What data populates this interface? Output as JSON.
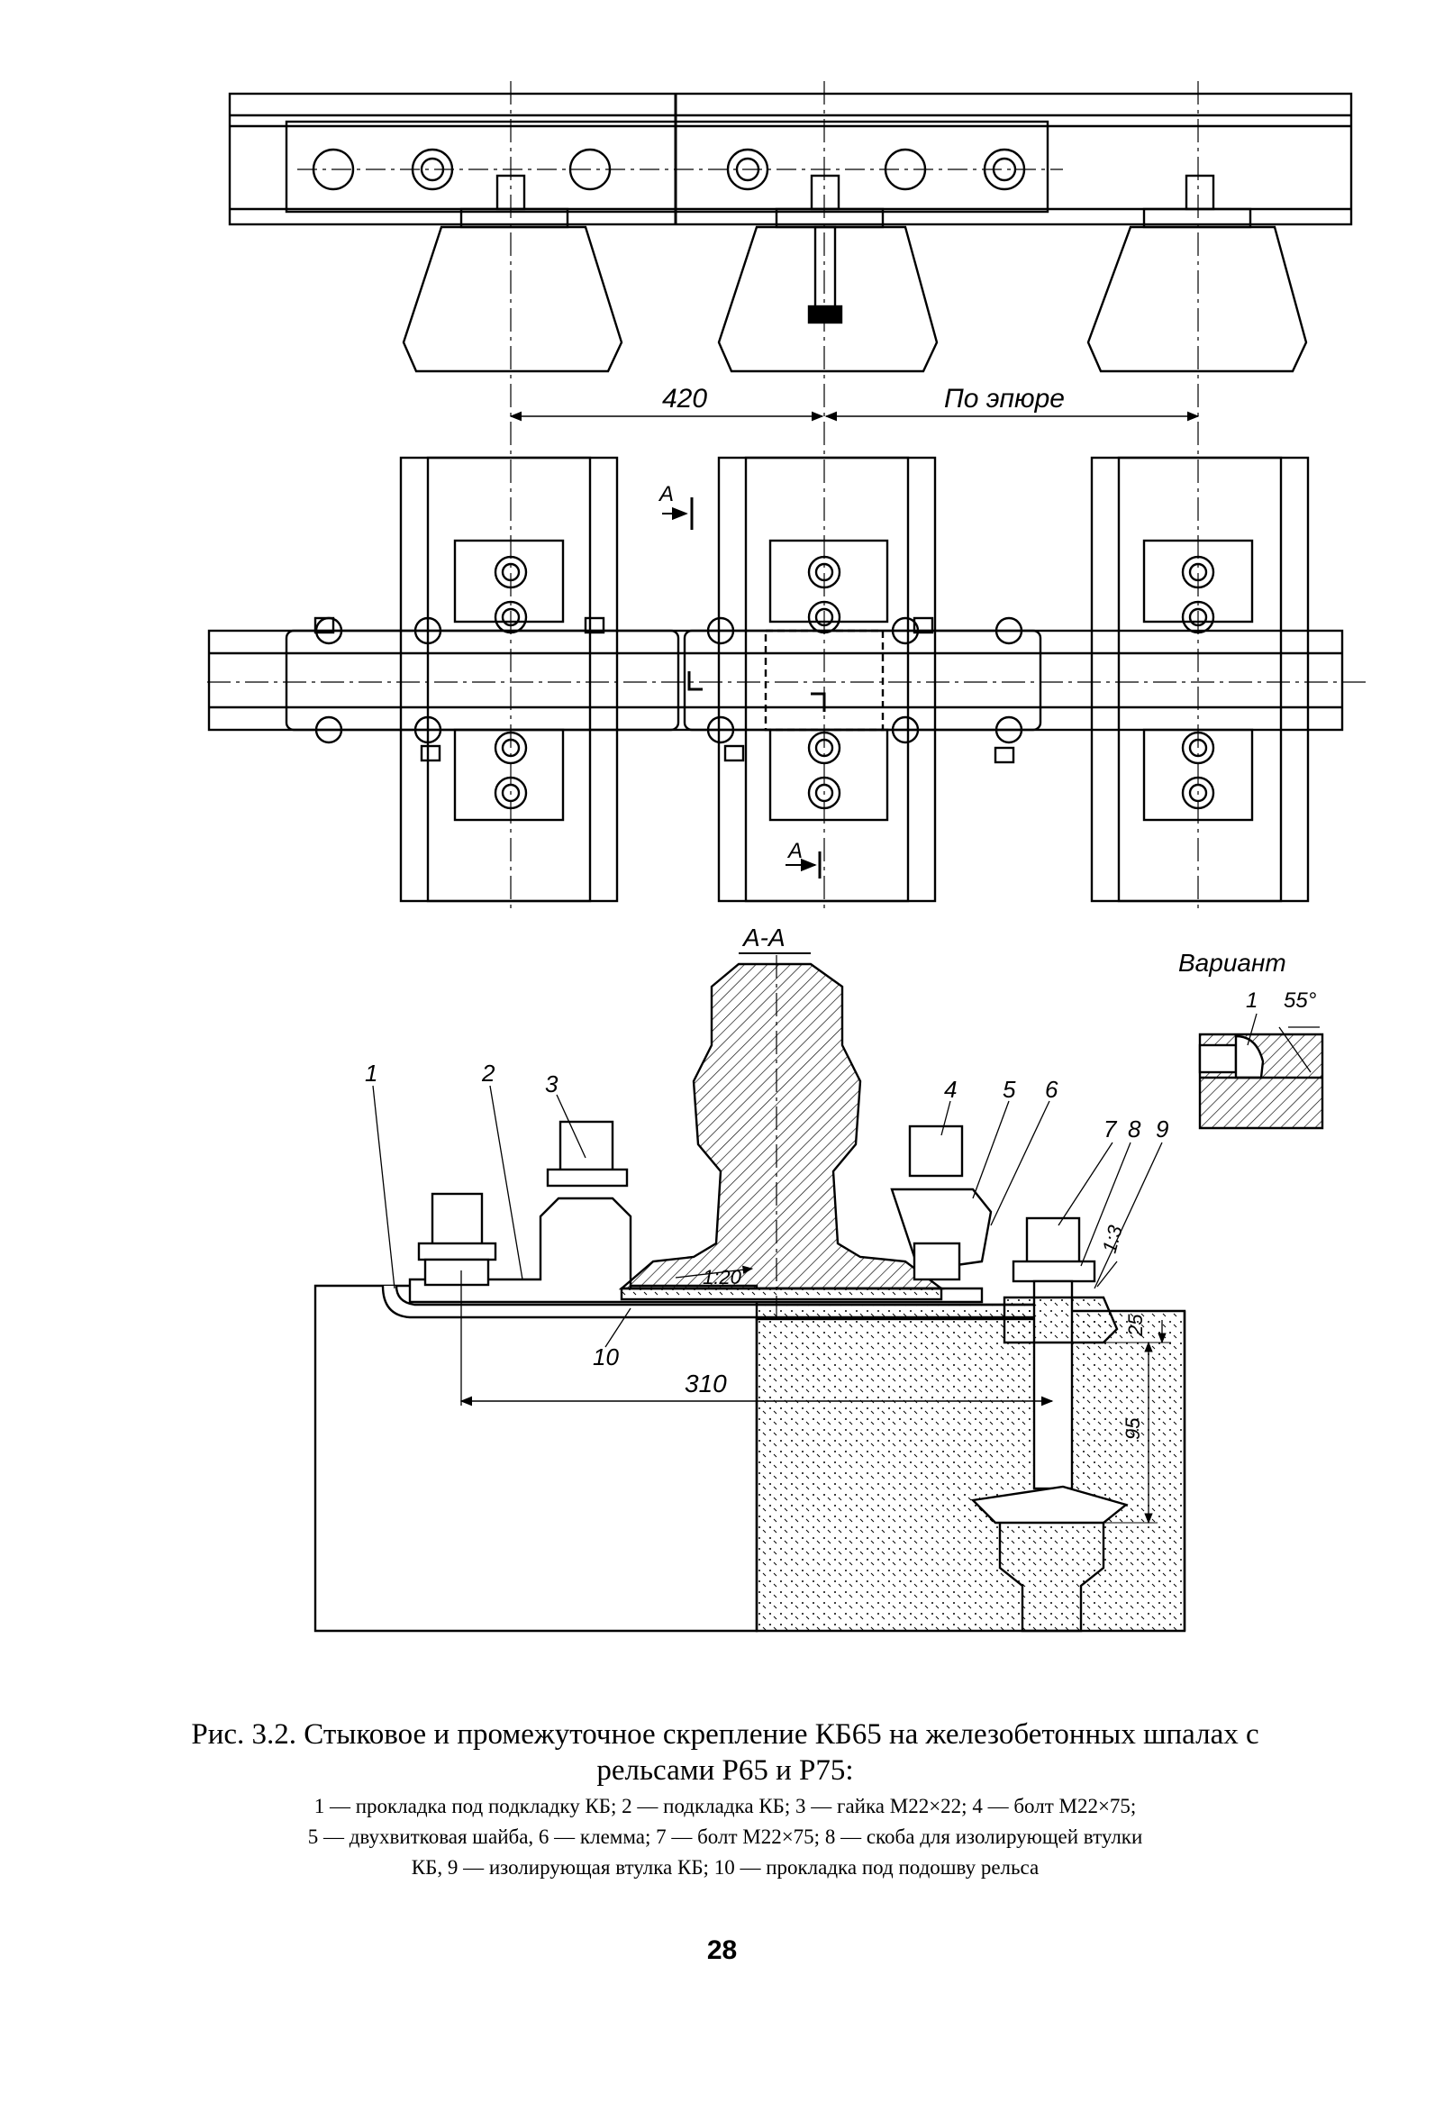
{
  "figure": {
    "dimensions": {
      "d420": "420",
      "d_epure": "По эпюре",
      "d310": "310",
      "d120": "1:20",
      "d13": "1:3",
      "d25": "25",
      "d95": "95"
    },
    "section_marks": {
      "a_top": "A",
      "a_bottom": "A",
      "section_title": "A-A"
    },
    "variant": {
      "title": "Вариант",
      "item": "1",
      "angle": "55°"
    },
    "callouts": [
      "1",
      "2",
      "3",
      "4",
      "5",
      "6",
      "7",
      "8",
      "9",
      "10"
    ]
  },
  "caption": {
    "title_line1": "Рис. 3.2. Стыковое и промежуточное скрепление КБ65 на железобетонных шпалах с",
    "title_line2": "рельсами Р65 и Р75:",
    "legend_line1": "1 — прокладка под подкладку КБ; 2 — подкладка КБ; 3 — гайка М22×22; 4 — болт М22×75;",
    "legend_line2": "5 — двухвитковая шайба, 6 — клемма; 7 — болт М22×75; 8 — скоба для изолирующей втулки",
    "legend_line3": "КБ, 9 — изолирующая втулка КБ; 10 — прокладка под подошву рельса"
  },
  "page_number": "28"
}
